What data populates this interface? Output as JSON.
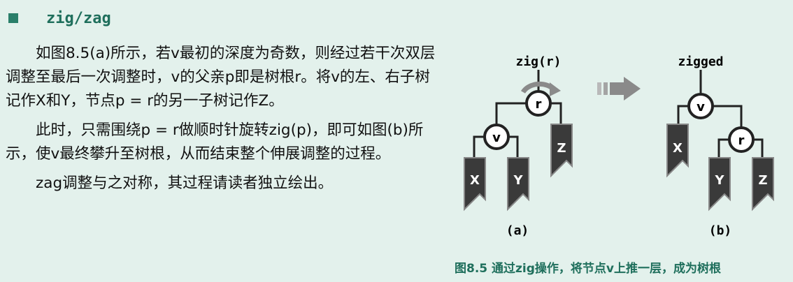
{
  "heading": {
    "text": "zig/zag"
  },
  "paragraphs": [
    "如图8.5(a)所示，若v最初的深度为奇数，则经过若干次双层调整至最后一次调整时，v的父亲p即是树根r。将v的左、右子树记作X和Y，节点p = r的另一子树记作Z。",
    "此时，只需围绕p = r做顺时针旋转zig(p)，即可如图(b)所示，使v最终攀升至树根，从而结束整个伸展调整的过程。",
    "zag调整与之对称，其过程请读者独立绘出。"
  ],
  "figure": {
    "a": {
      "top_label": "zig(r)",
      "sub_label": "(a)",
      "nodes": {
        "root": "r",
        "child": "v"
      },
      "subtrees": {
        "x": "X",
        "y": "Y",
        "z": "Z"
      }
    },
    "b": {
      "top_label": "zigged",
      "sub_label": "(b)",
      "nodes": {
        "root": "v",
        "child": "r"
      },
      "subtrees": {
        "x": "X",
        "y": "Y",
        "z": "Z"
      }
    }
  },
  "caption": "图8.5 通过zig操作，将节点v上推一层，成为树根",
  "colors": {
    "accent": "#1f6f5c",
    "node": "#222222",
    "subtree": "#3a3a3a",
    "background": "#e3f1ec"
  }
}
